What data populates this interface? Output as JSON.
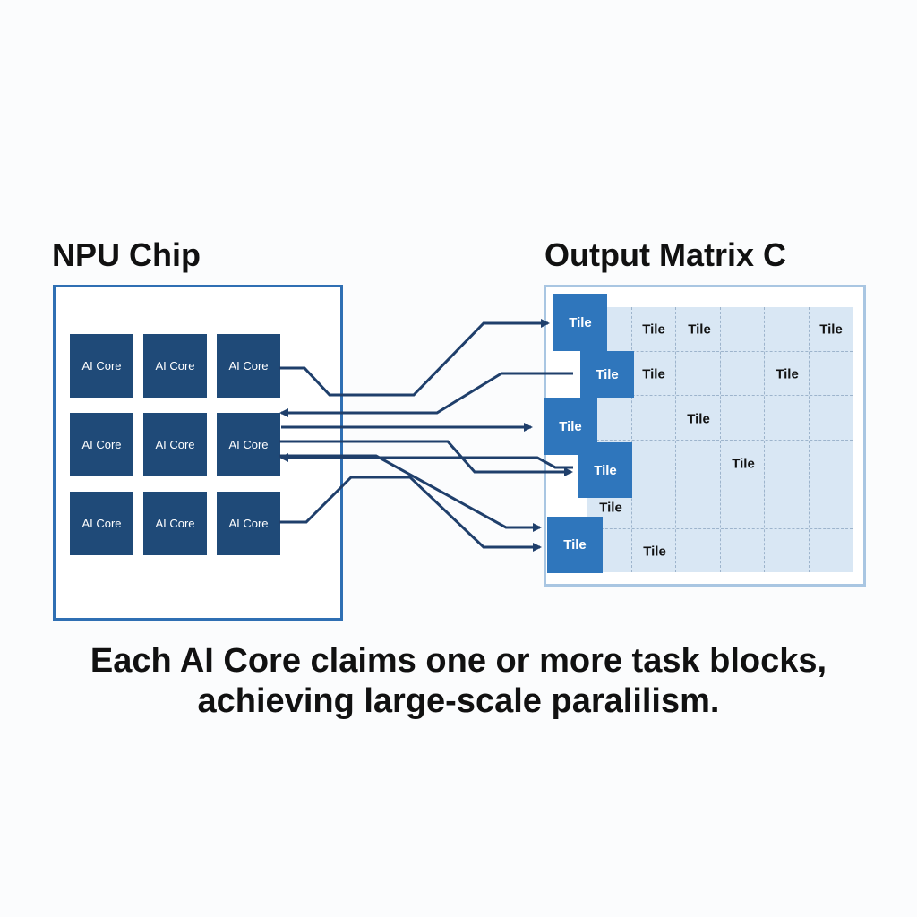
{
  "npu": {
    "title": "NPU Chip",
    "cores": [
      "AI Core",
      "AI Core",
      "AI Core",
      "AI Core",
      "AI Core",
      "AI Core",
      "AI Core",
      "AI Core",
      "AI Core"
    ]
  },
  "matrix": {
    "title": "Output Matrix C",
    "tile_label": "Tile"
  },
  "caption": {
    "line1": "Each AI Core claims one or more task blocks,",
    "line2": "achieving large-scale paralilism."
  },
  "colors": {
    "core": "#1f4a78",
    "tile": "#2f76bc",
    "arrow": "#1f3f6b",
    "chip_border": "#2f6fb3",
    "matrix_bg": "#d9e7f4"
  }
}
